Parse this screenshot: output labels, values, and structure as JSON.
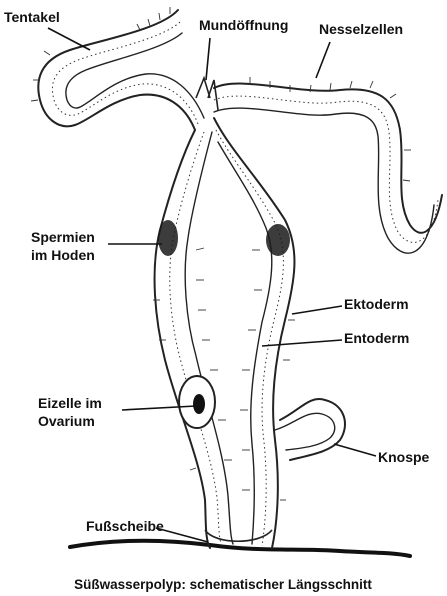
{
  "diagram": {
    "labels": {
      "tentakel": "Tentakel",
      "mundoeffnung": "Mundöffnung",
      "nesselzellen": "Nesselzellen",
      "spermien_line1": "Spermien",
      "spermien_line2": "im Hoden",
      "ektoderm": "Ektoderm",
      "entoderm": "Entoderm",
      "eizelle_line1": "Eizelle im",
      "eizelle_line2": "Ovarium",
      "knospe": "Knospe",
      "fussscheibe": "Fußscheibe"
    },
    "caption": "Süßwasserpolyp: schematischer Längsschnitt"
  }
}
